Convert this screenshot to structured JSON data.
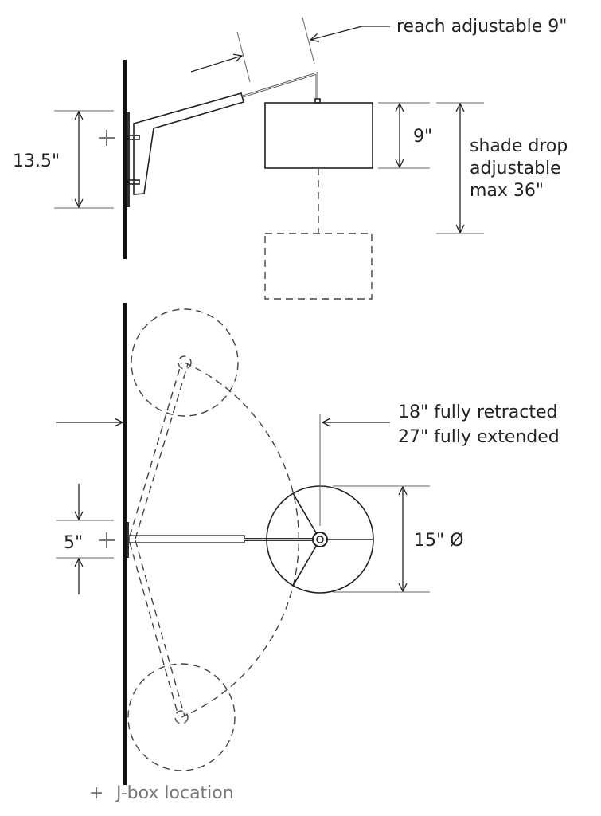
{
  "side_view": {
    "reach_label": "reach adjustable 9\"",
    "height_label": "13.5\"",
    "shade_height_label": "9\"",
    "shade_drop_lines": [
      "shade drop",
      "adjustable",
      "max 36\""
    ]
  },
  "top_view": {
    "extension_lines": [
      "18\" fully retracted",
      "27\" fully extended"
    ],
    "diameter_label": "15\" Ø",
    "offset_label": "5\""
  },
  "legend": {
    "symbol": "+",
    "label": "J-box location"
  }
}
